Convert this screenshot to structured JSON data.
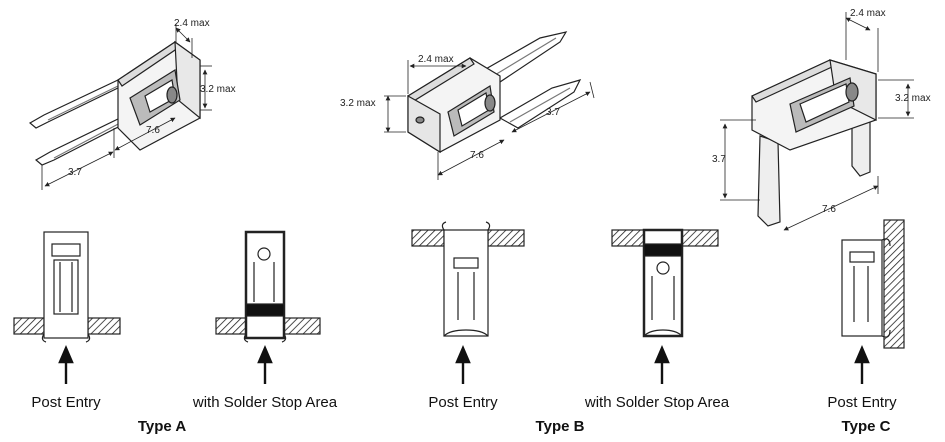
{
  "dimensions": {
    "a": {
      "width": "2.4 max",
      "height": "3.2 max",
      "length": "7.6",
      "pin": "3.7"
    },
    "b": {
      "width": "2.4 max",
      "height": "3.2 max",
      "length": "7.6",
      "pin": "3.7"
    },
    "c": {
      "width": "2.4 max",
      "height": "3.2 max",
      "length": "7.6",
      "pin": "3.7"
    }
  },
  "captions": {
    "a1": "Post Entry",
    "a2": "with Solder Stop Area",
    "b1": "Post Entry",
    "b2": "with Solder Stop Area",
    "c1": "Post Entry"
  },
  "types": {
    "a": "Type A",
    "b": "Type B",
    "c": "Type C"
  }
}
